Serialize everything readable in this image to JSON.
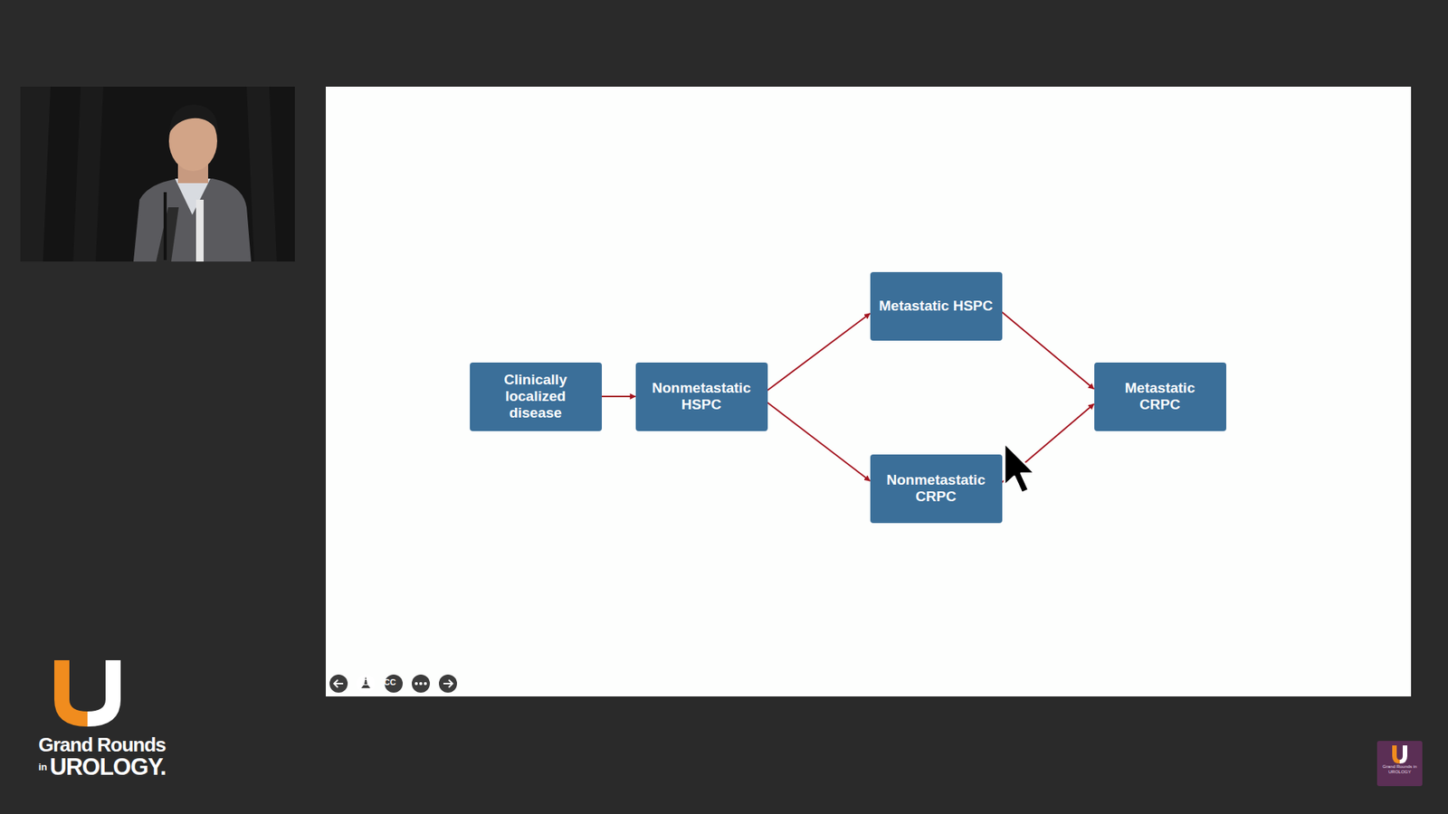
{
  "diagram": {
    "nodes": [
      {
        "text": [
          "Clinically localized disease"
        ]
      },
      {
        "text": [
          "Nonmetastatic HSPC"
        ]
      },
      {
        "text": [
          "Metastatic HSPC"
        ]
      },
      {
        "text": [
          "Nonmetastatic CRPC"
        ]
      },
      {
        "text": [
          "Metastatic CRPC"
        ]
      }
    ],
    "edges": [
      {
        "from": 0,
        "to": 1,
        "arrow": "to"
      },
      {
        "from": 1,
        "to": 2,
        "arrow": "to"
      },
      {
        "from": 1,
        "to": 3,
        "arrow": "to"
      },
      {
        "from": 2,
        "to": 4,
        "arrow": "to"
      },
      {
        "from": 3,
        "to": 4,
        "arrow": "to"
      }
    ],
    "labels": [
      "CC",
      "Grand Rounds",
      "in",
      "UROLOGY.",
      "Grand Rounds in UROLOGY"
    ]
  }
}
